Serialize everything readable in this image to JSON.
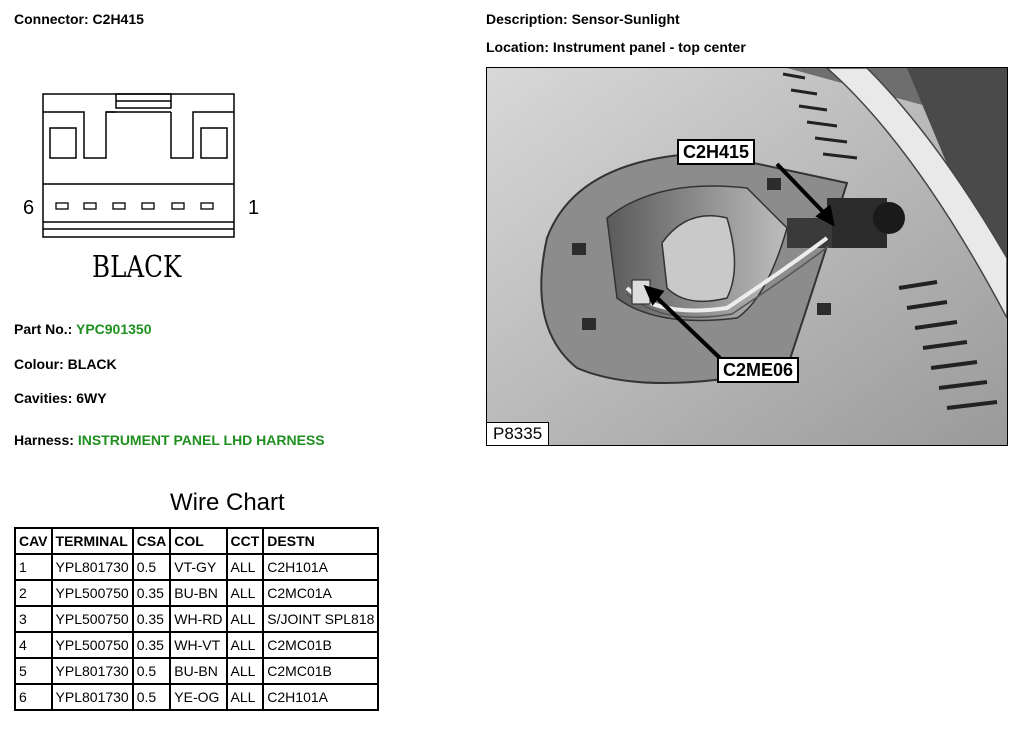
{
  "connector": {
    "label": "Connector: C2H415",
    "pin_left": "6",
    "pin_right": "1",
    "color_label": "BLACK"
  },
  "description": "Description: Sensor-Sunlight",
  "location": "Location: Instrument panel - top center",
  "part": {
    "prefix": "Part No.:",
    "value": "YPC901350"
  },
  "colour": "Colour: BLACK",
  "cavities": "Cavities: 6WY",
  "harness": {
    "prefix": "Harness:",
    "value": "INSTRUMENT PANEL LHD HARNESS"
  },
  "wire_chart": {
    "title": "Wire Chart",
    "headers": [
      "CAV",
      "TERMINAL",
      "CSA",
      "COL",
      "CCT",
      "DESTN"
    ],
    "rows": [
      [
        "1",
        "YPL801730",
        "0.5",
        "VT-GY",
        "ALL",
        "C2H101A"
      ],
      [
        "2",
        "YPL500750",
        "0.35",
        "BU-BN",
        "ALL",
        "C2MC01A"
      ],
      [
        "3",
        "YPL500750",
        "0.35",
        "WH-RD",
        "ALL",
        "S/JOINT SPL818"
      ],
      [
        "4",
        "YPL500750",
        "0.35",
        "WH-VT",
        "ALL",
        "C2MC01B"
      ],
      [
        "5",
        "YPL801730",
        "0.5",
        "BU-BN",
        "ALL",
        "C2MC01B"
      ],
      [
        "6",
        "YPL801730",
        "0.5",
        "YE-OG",
        "ALL",
        "C2H101A"
      ]
    ]
  },
  "photo": {
    "callout_top": "C2H415",
    "callout_bottom": "C2ME06",
    "photo_id": "P8335"
  },
  "colors": {
    "accent_green": "#1f8f1f"
  }
}
